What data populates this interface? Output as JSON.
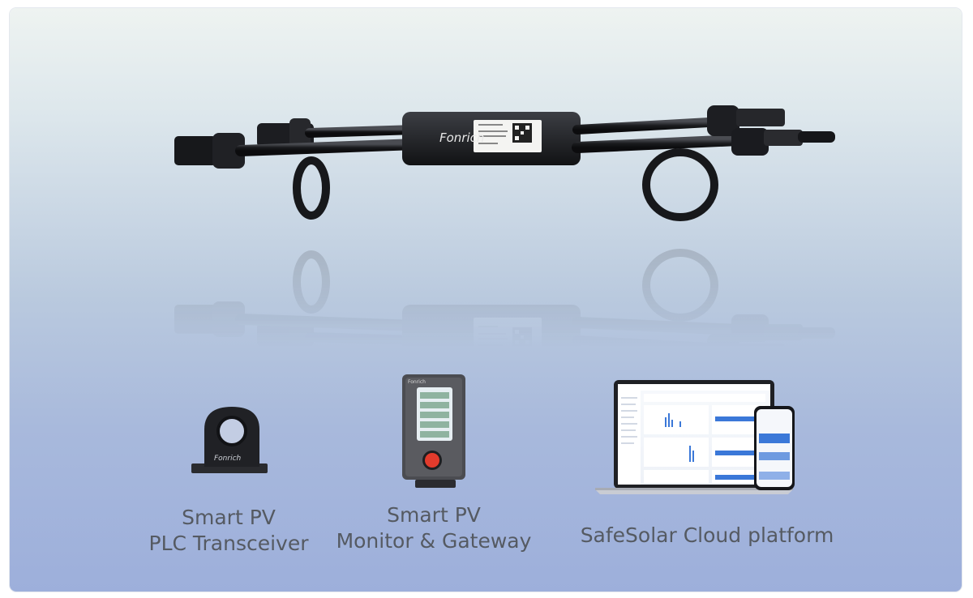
{
  "brand": {
    "logo_text": "Fonrich",
    "transceiver_logo_text": "Fonrich",
    "gateway_logo_text": "Fonrich"
  },
  "products": [
    {
      "id": "plc-transceiver",
      "caption_line1": "Smart PV",
      "caption_line2": "PLC Transceiver"
    },
    {
      "id": "monitor-gateway",
      "caption_line1": "Smart PV",
      "caption_line2": "Monitor & Gateway"
    },
    {
      "id": "cloud-platform",
      "caption_line1": "SafeSolar Cloud platform"
    }
  ],
  "colors": {
    "caption_text": "#555a62",
    "device_body": "#1c1d20",
    "gateway_button": "#e23b2c",
    "screen_accent": "#3b78d8"
  }
}
